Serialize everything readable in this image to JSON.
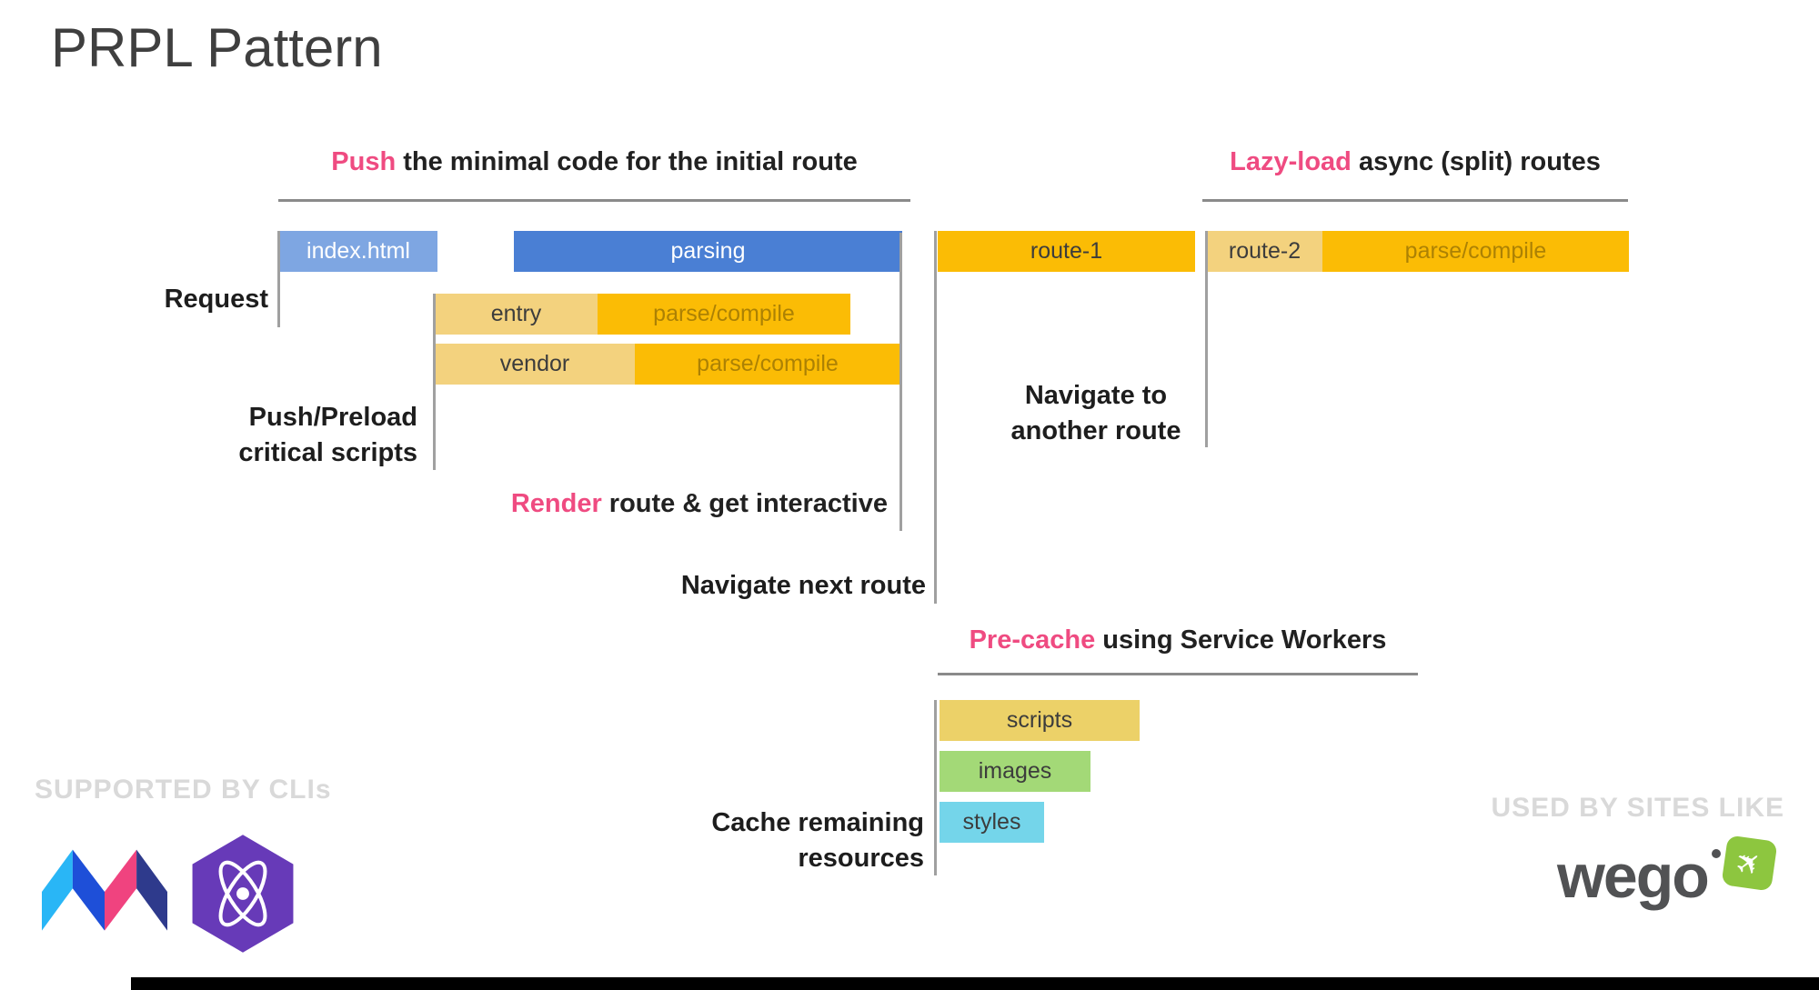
{
  "title": "PRPL Pattern",
  "headers": {
    "push": {
      "highlight": "Push",
      "rest": " the minimal code for the initial route"
    },
    "lazy_load": {
      "highlight": "Lazy-load",
      "rest": " async (split) routes"
    },
    "render": {
      "highlight": "Render",
      "rest": " route & get interactive"
    },
    "pre_cache": {
      "highlight": "Pre-cache",
      "rest": " using Service Workers"
    }
  },
  "labels": {
    "request": "Request",
    "push_preload_line1": "Push/Preload",
    "push_preload_line2": "critical scripts",
    "navigate_next": "Navigate next route",
    "navigate_another_line1": "Navigate to",
    "navigate_another_line2": "another route",
    "cache_line1": "Cache remaining",
    "cache_line2": "resources"
  },
  "bars": {
    "index_html": "index.html",
    "parsing": "parsing",
    "route1": "route-1",
    "route2": "route-2",
    "parse_compile": "parse/compile",
    "entry": "entry",
    "vendor": "vendor",
    "scripts": "scripts",
    "images": "images",
    "styles": "styles"
  },
  "footer": {
    "supported_by": "SUPPORTED BY CLIs",
    "used_by": "USED BY SITES LIKE",
    "wego_text": "wego"
  },
  "icons": {
    "plane": "✈",
    "polymer": "polymer-logo",
    "preact": "preact-logo",
    "wego_badge": "wego-plane-badge"
  },
  "colors": {
    "accent_pink": "#ef4b81",
    "blue": "#4a7fd4",
    "blue_light": "#7ea6e2",
    "amber": "#fbbc05",
    "amber_light": "#f3d27e",
    "yellow_muted": "#ecd168",
    "green": "#a3d977",
    "cyan": "#74d5ea",
    "line_gray": "#a0a0a0",
    "footer_gray": "#d9d9d9",
    "wego_green": "#8dc63f"
  }
}
